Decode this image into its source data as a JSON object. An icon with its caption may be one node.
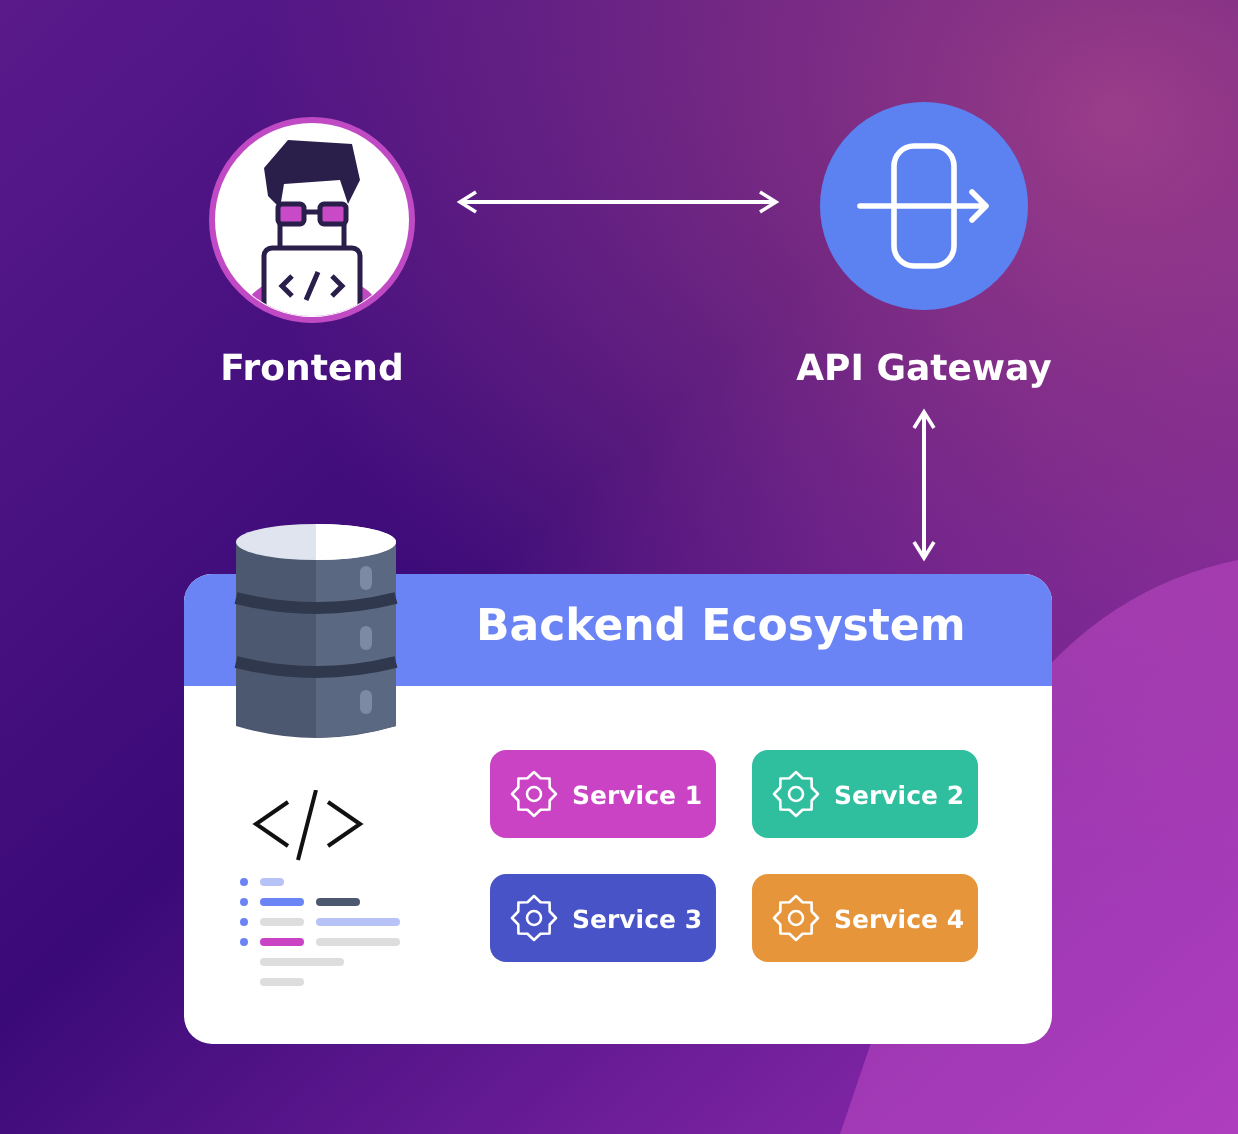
{
  "diagram": {
    "nodes": [
      {
        "text": [
          "Frontend"
        ]
      },
      {
        "text": [
          "API Gateway"
        ]
      },
      {
        "text": [
          "Backend Ecosystem"
        ]
      },
      {
        "text": [
          "Service 1"
        ],
        "in": 2
      },
      {
        "text": [
          "Service 2"
        ],
        "in": 2
      },
      {
        "text": [
          "Service 3"
        ],
        "in": 2
      },
      {
        "text": [
          "Service 4"
        ],
        "in": 2
      }
    ],
    "edges": [
      {
        "from": 0,
        "to": 1,
        "arrow": "both"
      },
      {
        "from": 1,
        "to": 2,
        "arrow": "both"
      }
    ]
  }
}
